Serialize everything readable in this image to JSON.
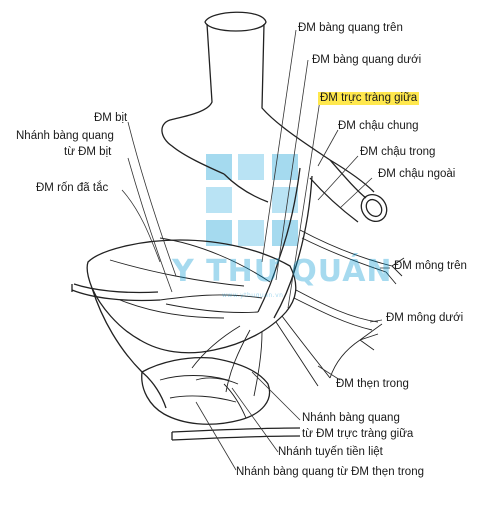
{
  "labels": {
    "sup_vesical": "ĐM bàng quang trên",
    "inf_vesical": "ĐM bàng quang dưới",
    "mid_rectal": "ĐM trực tràng giữa",
    "common_iliac": "ĐM chậu chung",
    "obturator": "ĐM bịt",
    "internal_iliac": "ĐM chậu trong",
    "obturator_vesical_branch_1": "Nhánh bàng quang",
    "obturator_vesical_branch_2": "từ ĐM bịt",
    "external_iliac": "ĐM chậu ngoài",
    "umbilical": "ĐM rốn đã tắc",
    "sup_gluteal": "ĐM mông trên",
    "inf_gluteal": "ĐM mông dưới",
    "int_pudendal": "ĐM thẹn trong",
    "rectal_vesical_branch_1": "Nhánh bàng quang",
    "rectal_vesical_branch_2": "từ ĐM trực tràng giữa",
    "prostatic_branch": "Nhánh tuyến tiền liệt",
    "pudendal_vesical_branch": "Nhánh bàng quang từ ĐM thẹn trong"
  },
  "watermark": {
    "text": "Y THƯ QUÁN",
    "sub": "www.ythuquan.vn"
  },
  "colors": {
    "highlight": "#ffe84d",
    "watermark": "#0096d2",
    "ink": "#222222"
  }
}
